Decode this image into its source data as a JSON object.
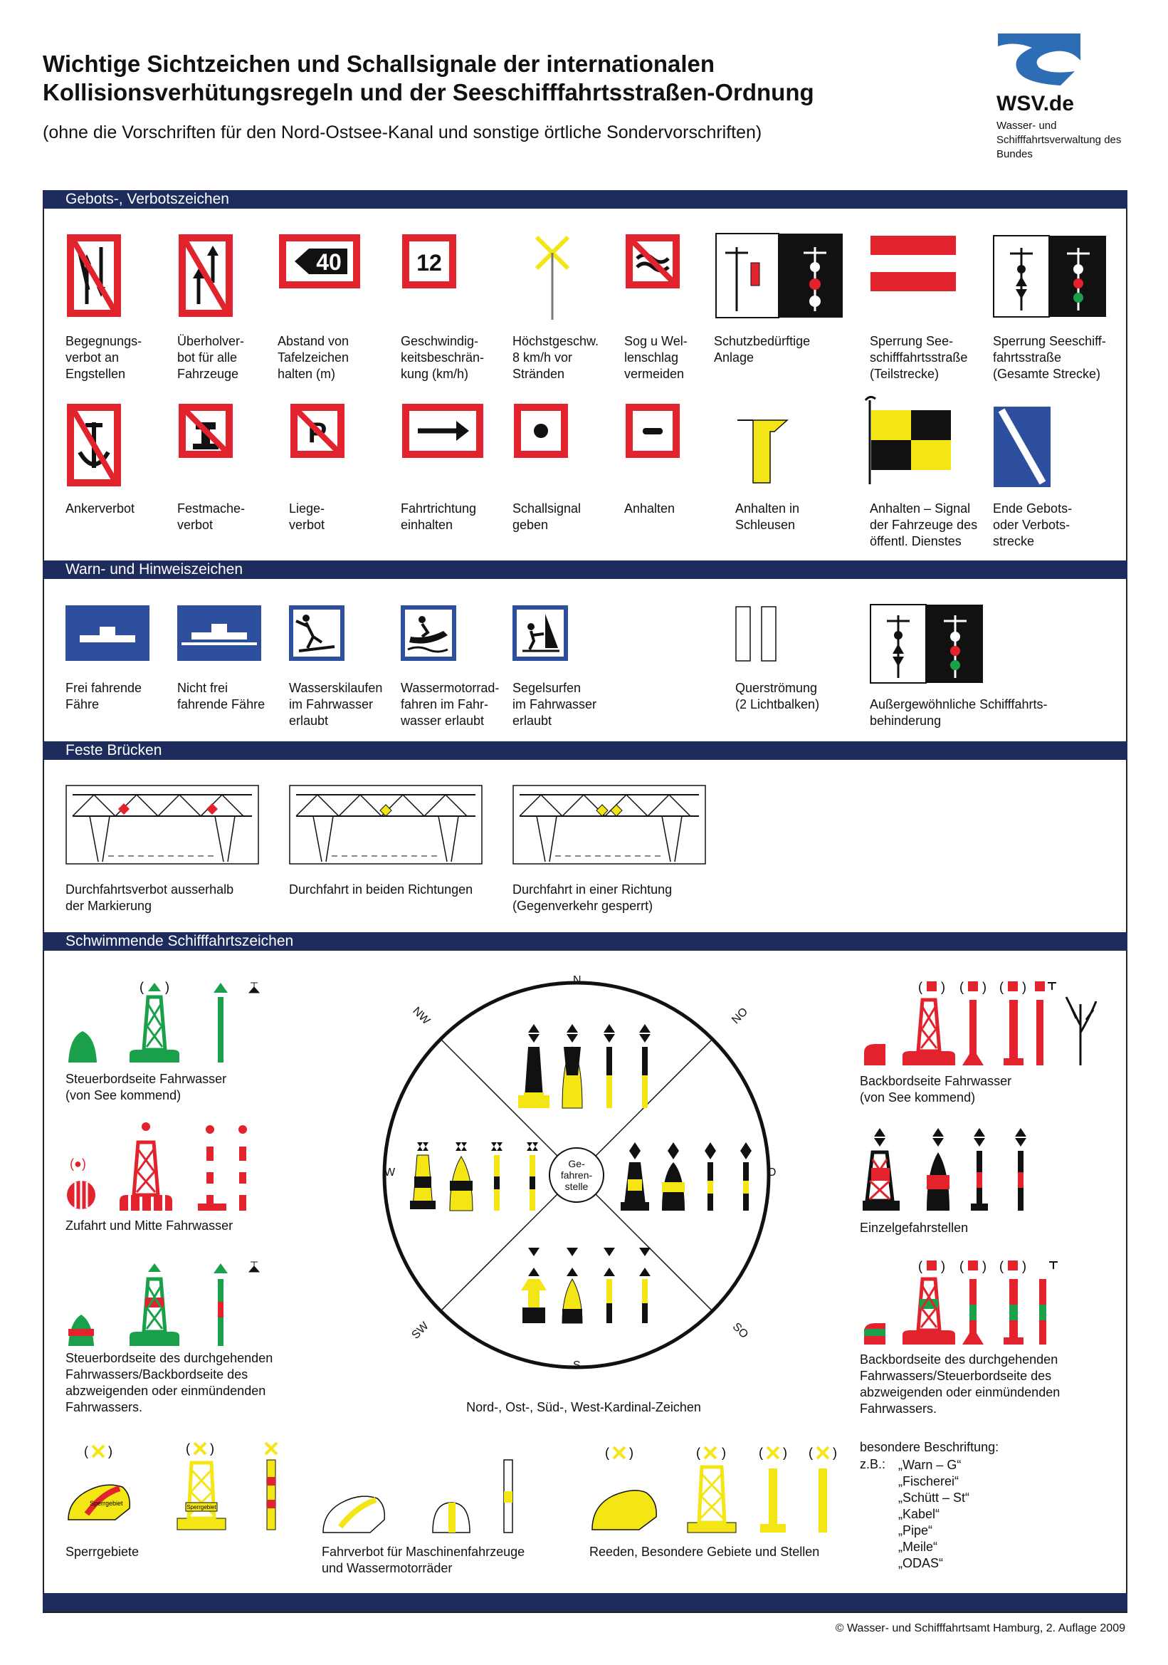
{
  "header": {
    "title": "Wichtige Sichtzeichen und Schallsignale der internationalen Kollisionsverhütungsregeln und der Seeschifffahrtsstraßen-Ordnung",
    "subtitle": "(ohne die Vorschriften für den Nord-Ostsee-Kanal und sonstige örtliche Sondervorschriften)",
    "logo": {
      "name": "WSV.de",
      "org": "Wasser- und Schifffahrtsverwaltung des Bundes"
    }
  },
  "sections": {
    "gebots": "Gebots-, Verbotszeichen",
    "warn": "Warn- und Hinweiszeichen",
    "bruecken": "Feste Brücken",
    "schwimmende": "Schwimmende Schifffahrtszeichen"
  },
  "gebots_row1": {
    "begegnung": "Begegnungs-\nverbot an\nEngstellen",
    "ueberholverbot": "Überholver-\nbot für alle\nFahrzeuge",
    "abstand": "Abstand von\nTafelzeichen\nhalten (m)",
    "geschwindigkeit": "Geschwindig-\nkeitsbeschrän-\nkung (km/h)",
    "hoechstgeschw": "Höchstgeschw.\n8 km/h vor\nStränden",
    "sog": "Sog u Wel-\nlenschlag\nvermeiden",
    "schutz": "Schutzbedürftige\nAnlage",
    "sperrung_teil": "Sperrung See-\nschifffahrtsstraße\n(Teilstrecke)",
    "sperrung_gesamt": "Sperrung Seeschiff-\nfahrtsstraße\n(Gesamte Strecke)"
  },
  "sign_values": {
    "abstand": "40",
    "geschwindigkeit": "12"
  },
  "gebots_row2": {
    "anker": "Ankerverbot",
    "festmache": "Festmache-\nverbot",
    "liege": "Liege-\nverbot",
    "richtung": "Fahrtrichtung\neinhalten",
    "schall": "Schallsignal\ngeben",
    "anhalten": "Anhalten",
    "schleusen": "Anhalten in\nSchleusen",
    "dienst": "Anhalten – Signal\nder Fahrzeuge des\nöffentl. Dienstes",
    "ende": "Ende Gebots-\noder Verbots-\nstrecke"
  },
  "liege_letter": "P",
  "warn": {
    "faehre_frei": "Frei fahrende\nFähre",
    "faehre_nicht": "Nicht frei\nfahrende Fähre",
    "ski": "Wasserskilaufen\nim Fahrwasser\nerlaubt",
    "motorrad": "Wassermotorrad-\nfahren im Fahr-\nwasser erlaubt",
    "surfen": "Segelsurfen\nim Fahrwasser\nerlaubt",
    "quer": "Querströmung\n(2 Lichtbalken)",
    "ausser": "Außergewöhnliche Schifffahrts-\nbehinderung"
  },
  "bruecken": {
    "verbot": "Durchfahrtsverbot ausserhalb\nder Markierung",
    "beide": "Durchfahrt in beiden Richtungen",
    "eine": "Durchfahrt in einer Richtung\n(Gegenverkehr gesperrt)"
  },
  "schwimmende": {
    "steuerbord": "Steuerbordseite Fahrwasser\n(von See kommend)",
    "zufahrt": "Zufahrt und Mitte Fahrwasser",
    "steuer_durch": "Steuerbordseite des durchgehenden\nFahrwassers/Backbordseite des\nabzweigenden oder einmündenden\nFahrwassers.",
    "sperr": "Sperrgebiete",
    "sperr_text": "Sperrgebiet",
    "fahrverbot": "Fahrverbot für Maschinenfahrzeuge\nund Wassermotorräder",
    "reeden": "Reeden, Besondere Gebiete und Stellen",
    "backbord": "Backbordseite Fahrwasser\n(von See kommend)",
    "einzel": "Einzelgefahrstellen",
    "backbord_durch": "Backbordseite des durchgehenden\nFahrwassers/Steuerbordseite des\nabzweigenden oder einmündenden\nFahrwassers.",
    "besondere_title": "besondere Beschriftung:",
    "besondere_prefix": "z.B.:",
    "besondere_items": [
      "„Warn – G“",
      "„Fischerei“",
      "„Schütt – St“",
      "„Kabel“",
      "„Pipe“",
      "„Meile“",
      "„ODAS“"
    ]
  },
  "kardinal": {
    "caption": "Nord-, Ost-, Süd-, West-Kardinal-Zeichen",
    "center": "Ge-\nfahren-\nstelle",
    "N": "N",
    "S": "S",
    "O": "O",
    "W": "W",
    "NO": "NO",
    "NW": "NW",
    "SO": "SO",
    "SW": "SW"
  },
  "footer": "© Wasser- und Schifffahrtsamt Hamburg, 2. Auflage 2009",
  "colors": {
    "navy": "#1d2c5c",
    "red": "#e2222c",
    "green": "#1aa04a",
    "yellow": "#f4e614",
    "blue": "#2d4f9e"
  }
}
